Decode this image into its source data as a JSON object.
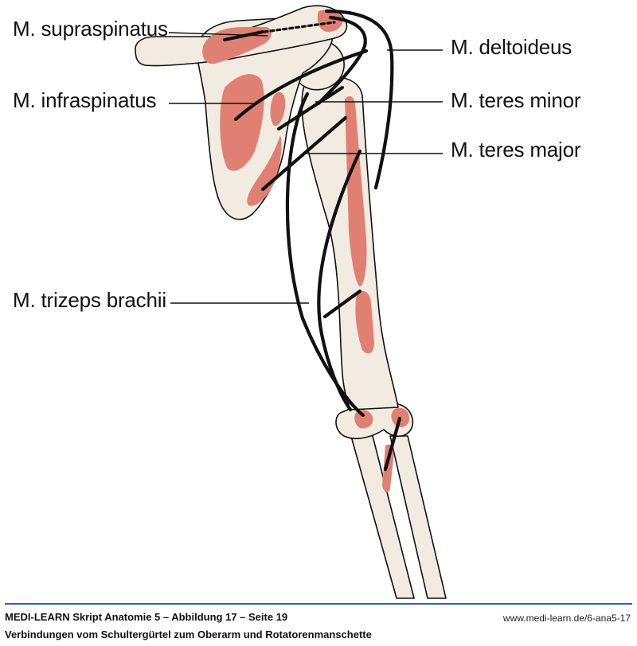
{
  "labels": {
    "supraspinatus": "M. supraspinatus",
    "infraspinatus": "M. infraspinatus",
    "deltoideus": "M. deltoideus",
    "teres_minor": "M. teres minor",
    "teres_major": "M. teres major",
    "trizeps": "M. trizeps brachii"
  },
  "footer": {
    "title": "MEDI-LEARN Skript Anatomie 5 – Abbildung 17 – Seite 19",
    "url": "www.medi-learn.de/6-ana5-17",
    "caption": "Verbindungen vom Schultergürtel zum Oberarm und Rotatorenmanschette"
  },
  "colors": {
    "bone": "#f1ebe1",
    "muscle": "#e08073",
    "outline": "#111111",
    "rule": "#3b5ea8"
  }
}
